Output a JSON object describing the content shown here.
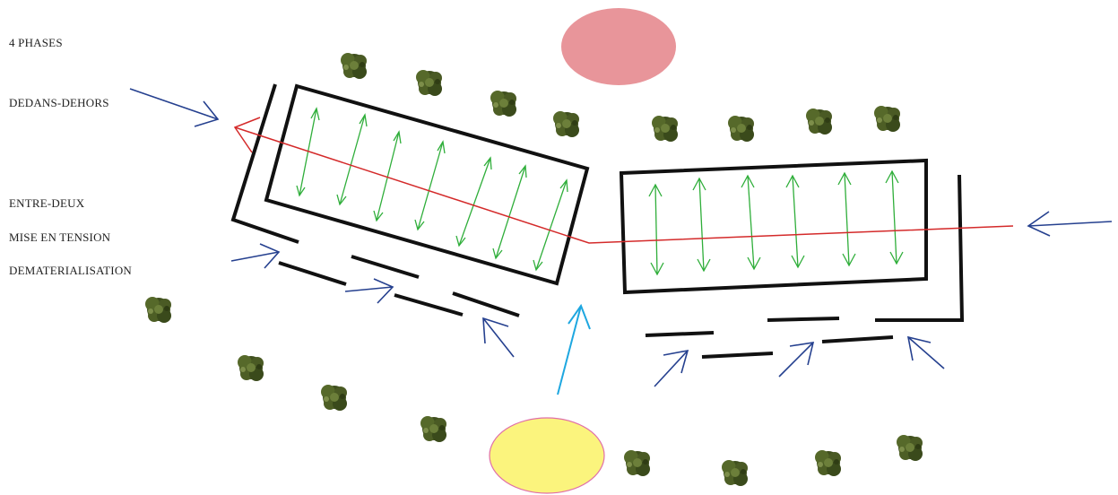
{
  "labels": {
    "phases": "4 PHASES",
    "dedans_dehors": "DEDANS-DEHORS",
    "entre_deux": "ENTRE-DEUX",
    "mise_en_tension": "MISE EN TENSION",
    "dematerialisation": "DEMATERIALISATION"
  },
  "colors": {
    "outline": "#111111",
    "circulation_arrow": "#2fae3a",
    "main_path": "#d42a2a",
    "entry_arrow": "#25408f",
    "main_entry_arrow": "#1ea7e0",
    "pink_ellipse": "#e8959a",
    "yellow_ellipse": "#fbf47d",
    "yellow_ellipse_stroke": "#e06fa8",
    "tree": "#4a5a24"
  },
  "icons": {
    "tree": "tree-icon",
    "arrow": "arrow-icon"
  }
}
